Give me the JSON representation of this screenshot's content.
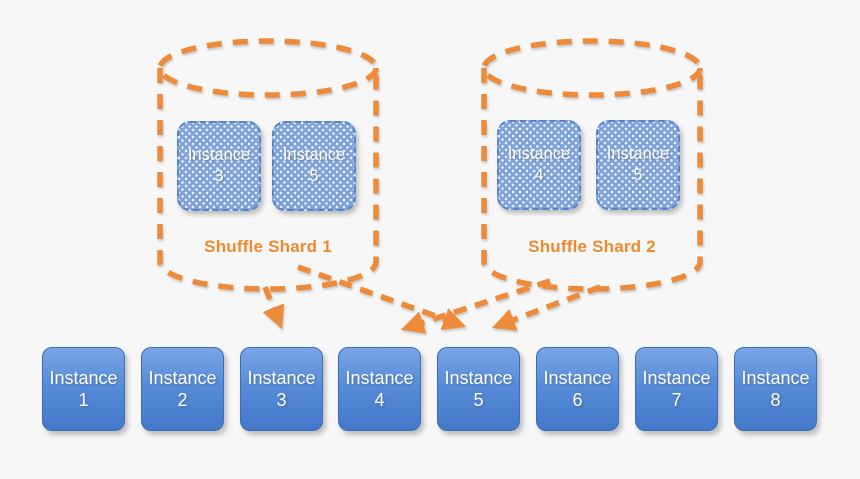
{
  "diagram": {
    "type": "shuffle-sharding",
    "background_color": "#f7f7f7",
    "colors": {
      "shard_outline_orange": "#ee8b3a",
      "shard_label_orange": "#ed8a2e",
      "shard_instance_fill": "#7fa3d9",
      "shard_instance_border": "#5a83c7",
      "row_instance_top": "#7aa5e5",
      "row_instance_bottom": "#4478ca",
      "row_instance_border": "#3d6cb8",
      "text_white": "#ffffff"
    },
    "shards": [
      {
        "label": "Shuffle Shard 1",
        "instances": [
          {
            "name": "Instance",
            "number": "3"
          },
          {
            "name": "Instance",
            "number": "5"
          }
        ]
      },
      {
        "label": "Shuffle Shard 2",
        "instances": [
          {
            "name": "Instance",
            "number": "4"
          },
          {
            "name": "Instance",
            "number": "5"
          }
        ]
      }
    ],
    "instance_row": [
      {
        "name": "Instance",
        "number": "1"
      },
      {
        "name": "Instance",
        "number": "2"
      },
      {
        "name": "Instance",
        "number": "3"
      },
      {
        "name": "Instance",
        "number": "4"
      },
      {
        "name": "Instance",
        "number": "5"
      },
      {
        "name": "Instance",
        "number": "6"
      },
      {
        "name": "Instance",
        "number": "7"
      },
      {
        "name": "Instance",
        "number": "8"
      }
    ],
    "arrows": [
      {
        "from": "Shuffle Shard 1",
        "to": "Instance 3"
      },
      {
        "from": "Shuffle Shard 1",
        "to": "Instance 5"
      },
      {
        "from": "Shuffle Shard 2",
        "to": "Instance 4"
      },
      {
        "from": "Shuffle Shard 2",
        "to": "Instance 5"
      }
    ]
  }
}
